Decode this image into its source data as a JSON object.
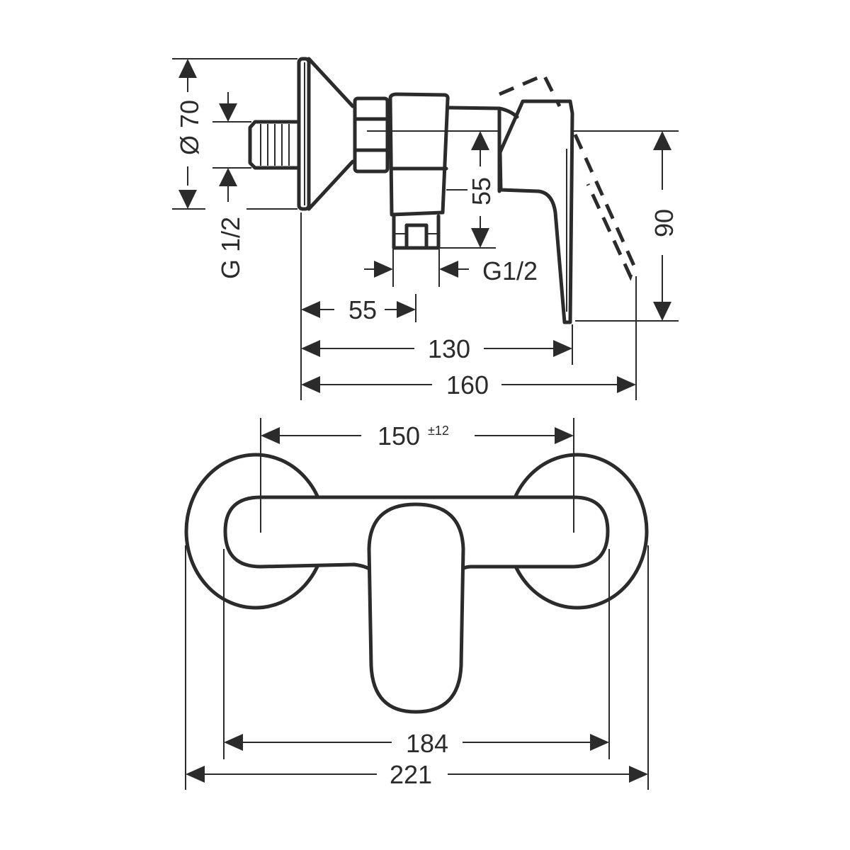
{
  "side_view": {
    "dims": {
      "flange_diameter": "Ø 70",
      "inlet_thread": "G 1/2",
      "outlet_height": "55",
      "outlet_thread": "G1/2",
      "outlet_offset": "55",
      "depth_lever": "130",
      "depth_total": "160",
      "lever_height": "90"
    }
  },
  "front_view": {
    "dims": {
      "center_distance": "150",
      "center_tolerance": "±12",
      "body_width": "184",
      "overall_width": "221"
    }
  }
}
